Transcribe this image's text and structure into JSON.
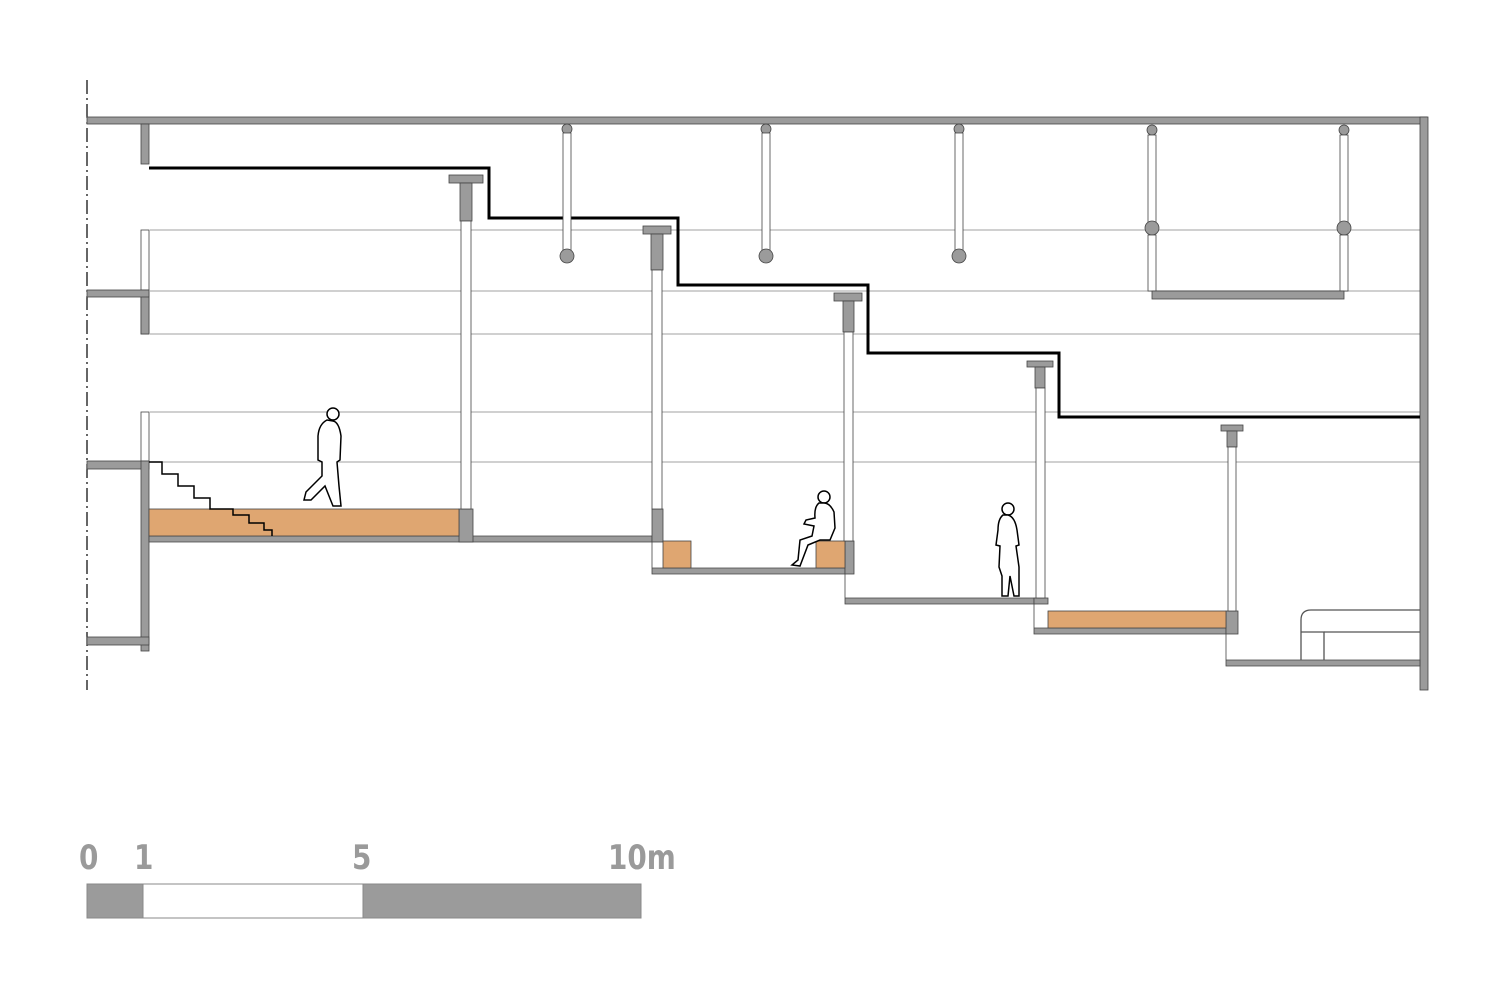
{
  "drawing": {
    "colors": {
      "wall": "#9b9b9b",
      "line": "#000000",
      "guide": "#b5b5b5",
      "wood": "#dfa671",
      "background": "#ffffff"
    }
  },
  "scale_bar": {
    "labels": [
      "0",
      "1",
      "5",
      "10m"
    ],
    "segments": [
      {
        "from": 0,
        "to": 1,
        "fill": "#9b9b9b"
      },
      {
        "from": 1,
        "to": 5,
        "fill": "#ffffff"
      },
      {
        "from": 5,
        "to": 10,
        "fill": "#9b9b9b"
      }
    ]
  }
}
